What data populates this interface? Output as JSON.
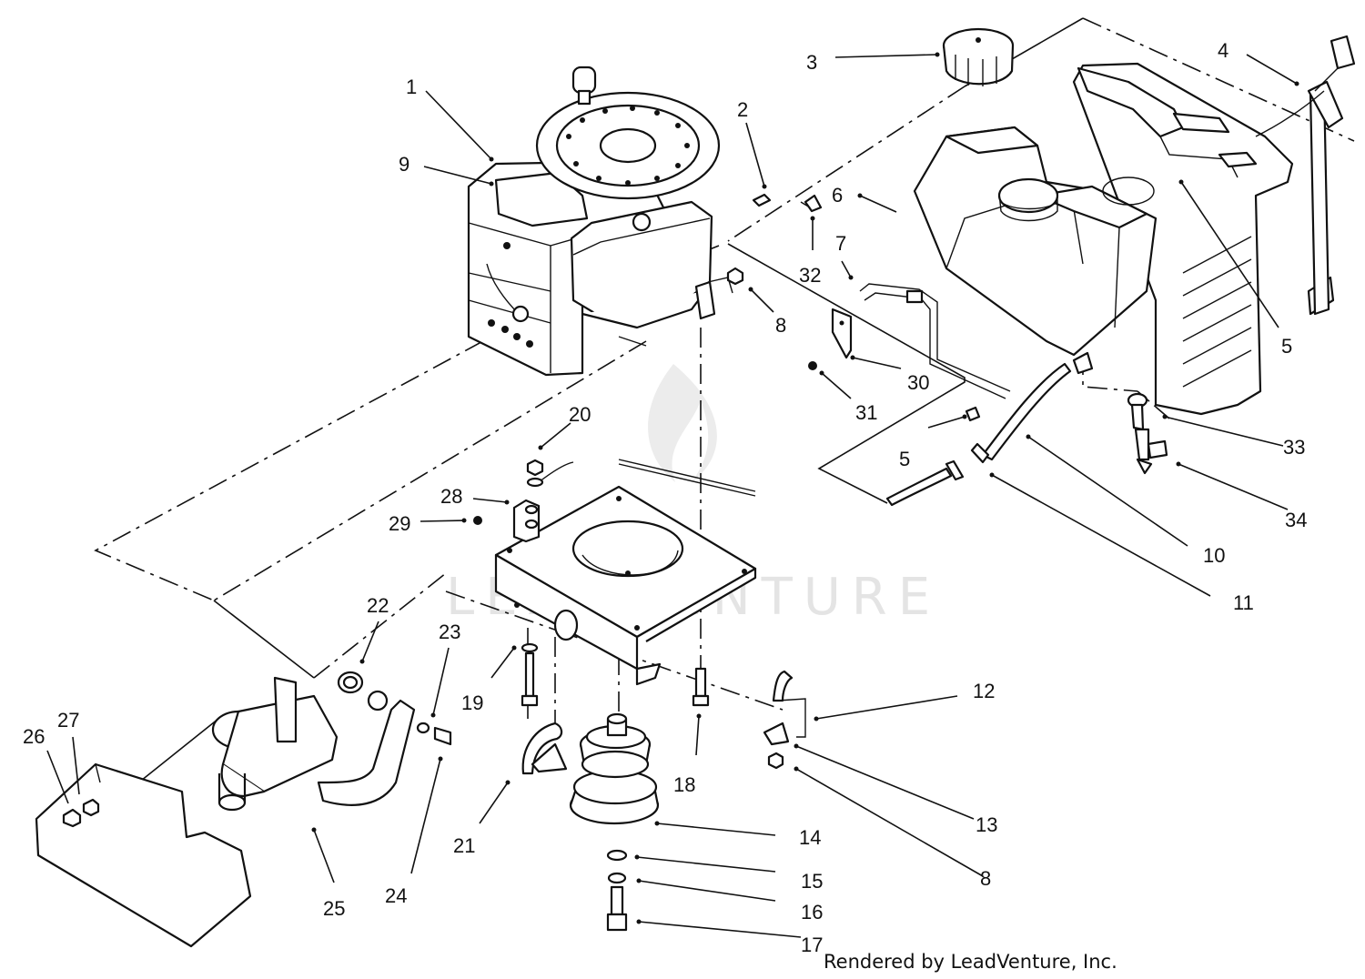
{
  "watermark": "LEADVENTURE",
  "credit": "Rendered by LeadVenture, Inc.",
  "callouts": [
    {
      "id": "c1",
      "label": "1"
    },
    {
      "id": "c2",
      "label": "2"
    },
    {
      "id": "c3",
      "label": "3"
    },
    {
      "id": "c4",
      "label": "4"
    },
    {
      "id": "c5a",
      "label": "5"
    },
    {
      "id": "c5b",
      "label": "5"
    },
    {
      "id": "c6",
      "label": "6"
    },
    {
      "id": "c7",
      "label": "7"
    },
    {
      "id": "c8a",
      "label": "8"
    },
    {
      "id": "c8b",
      "label": "8"
    },
    {
      "id": "c9",
      "label": "9"
    },
    {
      "id": "c10",
      "label": "10"
    },
    {
      "id": "c11",
      "label": "11"
    },
    {
      "id": "c12",
      "label": "12"
    },
    {
      "id": "c13",
      "label": "13"
    },
    {
      "id": "c14",
      "label": "14"
    },
    {
      "id": "c15",
      "label": "15"
    },
    {
      "id": "c16",
      "label": "16"
    },
    {
      "id": "c17",
      "label": "17"
    },
    {
      "id": "c18",
      "label": "18"
    },
    {
      "id": "c19",
      "label": "19"
    },
    {
      "id": "c20",
      "label": "20"
    },
    {
      "id": "c21",
      "label": "21"
    },
    {
      "id": "c22",
      "label": "22"
    },
    {
      "id": "c23",
      "label": "23"
    },
    {
      "id": "c24",
      "label": "24"
    },
    {
      "id": "c25",
      "label": "25"
    },
    {
      "id": "c26",
      "label": "26"
    },
    {
      "id": "c27",
      "label": "27"
    },
    {
      "id": "c28",
      "label": "28"
    },
    {
      "id": "c29",
      "label": "29"
    },
    {
      "id": "c30",
      "label": "30"
    },
    {
      "id": "c31",
      "label": "31"
    },
    {
      "id": "c32",
      "label": "32"
    },
    {
      "id": "c33",
      "label": "33"
    },
    {
      "id": "c34",
      "label": "34"
    }
  ]
}
